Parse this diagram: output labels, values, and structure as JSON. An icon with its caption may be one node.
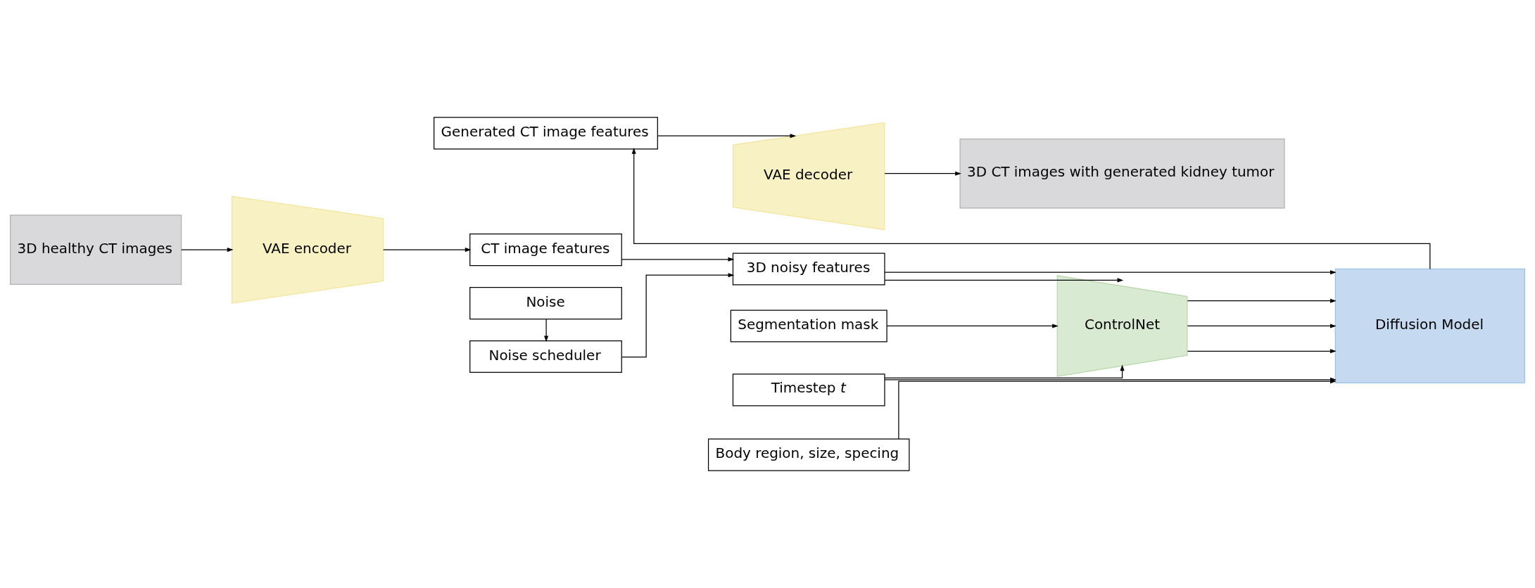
{
  "diagram": {
    "nodes": [
      {
        "text": [
          "3D healthy CT images"
        ]
      },
      {
        "text": [
          "VAE encoder"
        ]
      },
      {
        "text": [
          "CT image features"
        ]
      },
      {
        "text": [
          "Generated CT image features"
        ]
      },
      {
        "text": [
          "VAE decoder"
        ]
      },
      {
        "text": [
          "3D CT images with generated kidney tumor"
        ]
      },
      {
        "text": [
          "Segmentation mask"
        ]
      },
      {
        "text": [
          "ControlNet"
        ]
      },
      {
        "text": [
          "Noise scheduler"
        ]
      },
      {
        "text": [
          "3D noisy features"
        ]
      },
      {
        "text": [
          "Noise"
        ]
      },
      {
        "text": [
          "Timestep *t*"
        ]
      },
      {
        "text": [
          "Diffusion Model"
        ]
      },
      {
        "text": [
          "Body region, size, specing"
        ]
      }
    ],
    "edges": [
      {
        "from": 0,
        "to": 1,
        "arrow": "to"
      },
      {
        "from": 1,
        "to": 2,
        "arrow": "to"
      },
      {
        "from": 2,
        "to": 9,
        "arrow": "to"
      },
      {
        "from": 8,
        "to": 9,
        "arrow": "to"
      },
      {
        "from": 10,
        "to": 8,
        "arrow": "to"
      },
      {
        "from": 6,
        "to": 7,
        "arrow": "to"
      },
      {
        "from": 9,
        "to": 7,
        "arrow": "to"
      },
      {
        "from": 9,
        "to": 12,
        "arrow": "to"
      },
      {
        "from": 11,
        "to": 7,
        "arrow": "to"
      },
      {
        "from": 11,
        "to": 12,
        "arrow": "to"
      },
      {
        "from": 13,
        "to": 12,
        "arrow": "to"
      },
      {
        "from": 7,
        "to": 12,
        "arrow": "to"
      },
      {
        "from": 7,
        "to": 12,
        "arrow": "to"
      },
      {
        "from": 7,
        "to": 12,
        "arrow": "to"
      },
      {
        "from": 12,
        "to": 3,
        "arrow": "to"
      },
      {
        "from": 3,
        "to": 4,
        "arrow": "to"
      },
      {
        "from": 4,
        "to": 5,
        "arrow": "to"
      }
    ]
  }
}
